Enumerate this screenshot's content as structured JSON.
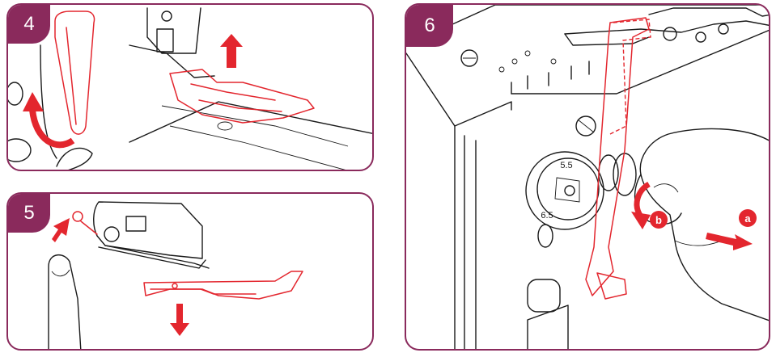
{
  "steps": {
    "step4": {
      "number": "4"
    },
    "step5": {
      "number": "5"
    },
    "step6": {
      "number": "6",
      "dial_top": "5.5",
      "dial_bottom": "6.5",
      "callout_a": "a",
      "callout_b": "b"
    }
  },
  "colors": {
    "frame": "#8a2a5c",
    "highlight": "#e3262e",
    "line": "#1a1a1a"
  }
}
